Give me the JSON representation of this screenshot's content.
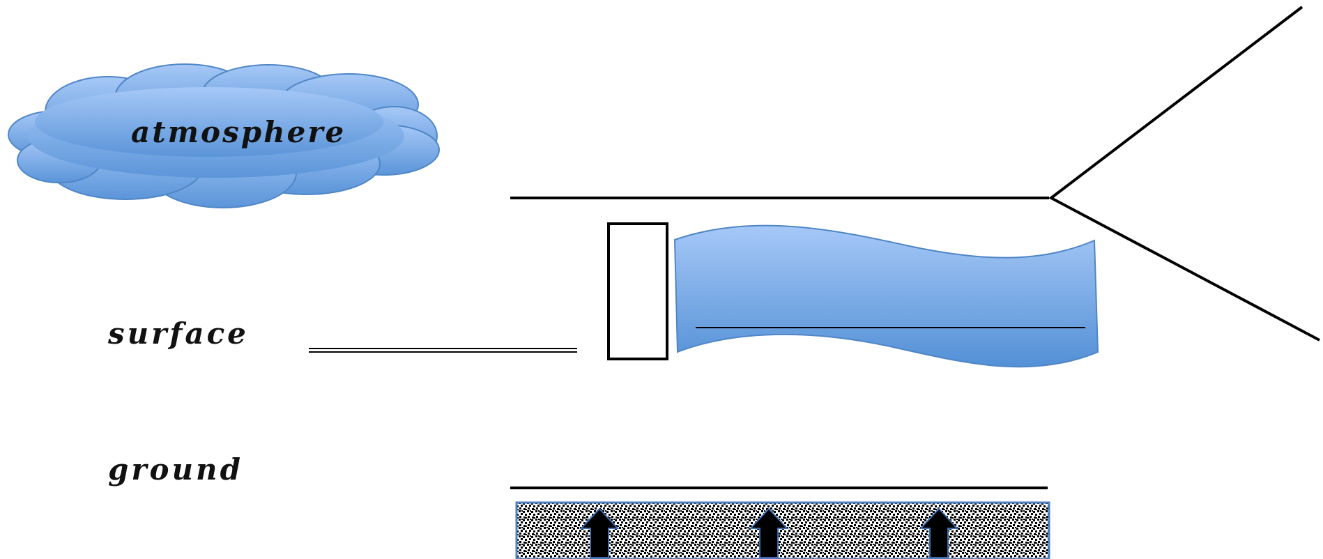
{
  "labels": {
    "cloud": "atmosphere",
    "surface": "surface",
    "ground": "ground"
  },
  "colors": {
    "ink": "#000000",
    "cloud_top": "#a6c8f7",
    "cloud_bottom": "#5b95d9",
    "cloud_edge": "#4f86c6",
    "water_top": "#a6c8f7",
    "water_bottom": "#5390d6",
    "ground_fill": "#ffffff",
    "ground_dots": "#000000",
    "ground_border": "#4f7fc0",
    "arrow": "#000000",
    "arrow_edge": "#3d6db0"
  },
  "icons": {
    "cloud": "cloud-icon",
    "water": "water-body-icon",
    "ground_arrow": "arrow-up-icon"
  },
  "ground_arrow_count": 3
}
